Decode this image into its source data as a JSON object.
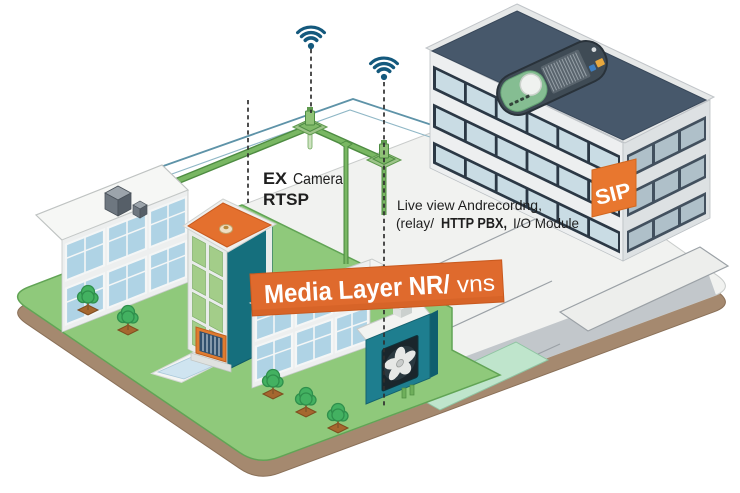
{
  "diagram": {
    "type": "isometric building video / intercom network diagram",
    "labels": {
      "camera_bold": "EX",
      "camera_rest": "Camera",
      "protocol": "RTSP",
      "live_line1": "Live view Andrecordng,",
      "live_line2_open": "(relay/",
      "live_line2_bold": "HTTP PBX,",
      "live_line2_tail": "I/O Module",
      "banner_bold": "Media Layer NR/",
      "banner_light": "vns",
      "sip_badge": "SIP"
    },
    "colors": {
      "accent_orange": "#DF6A2D",
      "tower_roof_orange": "#E4702E",
      "sip_orange": "#E8772F",
      "wifi_blue": "#14597D",
      "conduit_green": "#79B763",
      "lawn_green": "#8FC97B",
      "mint_green": "#BFE5CC",
      "roof_slate": "#47586B",
      "unit_teal": "#1E7E8F",
      "tower_accent_teal": "#156F7D",
      "window_blue": "#AFD3E5",
      "tower_window_green": "#A3CD89",
      "ground_tan": "#A5896F",
      "plate_white": "#F1F2F0",
      "deck_edge_blue": "#5E93A8",
      "label_text": "#1F1F1F",
      "banner_text": "#FFFFFF"
    },
    "icons": [
      {
        "name": "wifi-icon",
        "meaning": "wireless signal above rooftop antenna"
      },
      {
        "name": "antenna-mount",
        "meaning": "green rooftop camera/antenna mount"
      },
      {
        "name": "intercom-panel",
        "meaning": "SIP door station shown on roof"
      },
      {
        "name": "fan-icon",
        "meaning": "ventilation fan on teal wall unit"
      },
      {
        "name": "dome-camera-icon",
        "meaning": "small dome on orange tower roof"
      },
      {
        "name": "tree-icon",
        "meaning": "landscaping tree in planter"
      },
      {
        "name": "hvac-unit",
        "meaning": "gray rooftop HVAC cubes"
      }
    ]
  }
}
